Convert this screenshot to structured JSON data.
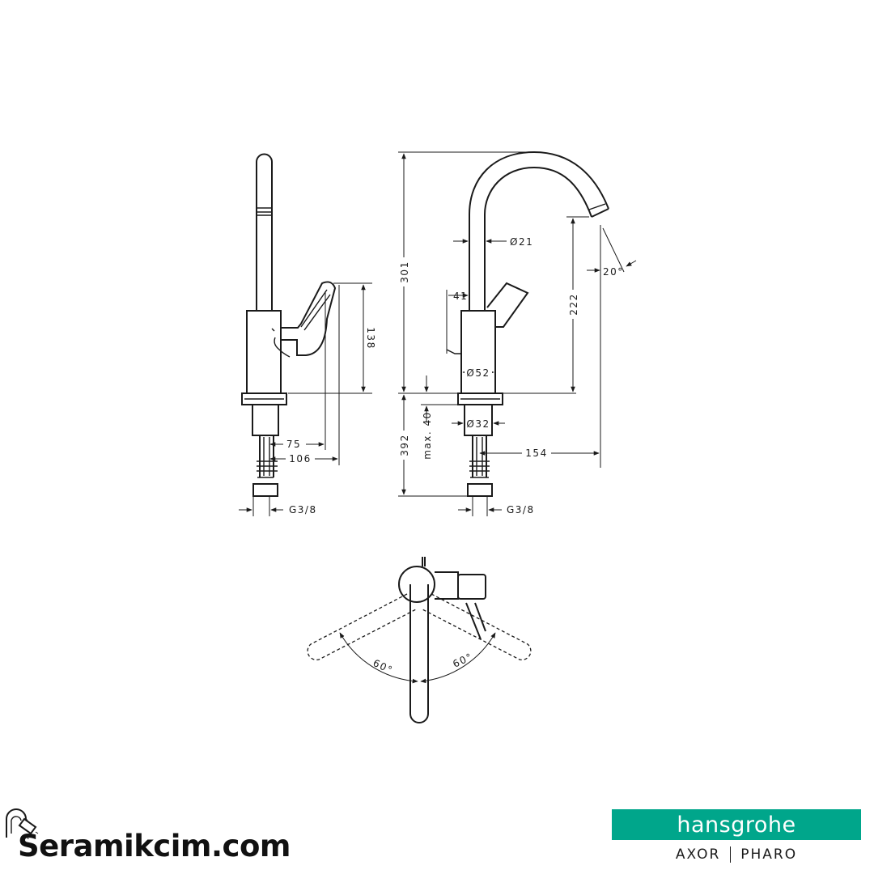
{
  "dimensions": {
    "height_301": "301",
    "spout_diameter": "Ø21",
    "spout_height_222": "222",
    "spout_angle": "20°",
    "lever_138": "138",
    "offset_41": "41",
    "body_diameter": "Ø52",
    "deck_max": "max. 40",
    "pipe_diameter": "Ø32",
    "below_392": "392",
    "reach_154": "154",
    "side_75": "75",
    "side_106": "106",
    "thread_left": "G3/8",
    "thread_right": "G3/8",
    "swivel_left": "60°",
    "swivel_right": "60°"
  },
  "branding": {
    "site": "Seramikcim.com",
    "brand": "hansgrohe",
    "line": "AXOR",
    "series": "PHARO"
  },
  "colors": {
    "brand_green": "#00a68b",
    "ink": "#1a1a1a"
  }
}
